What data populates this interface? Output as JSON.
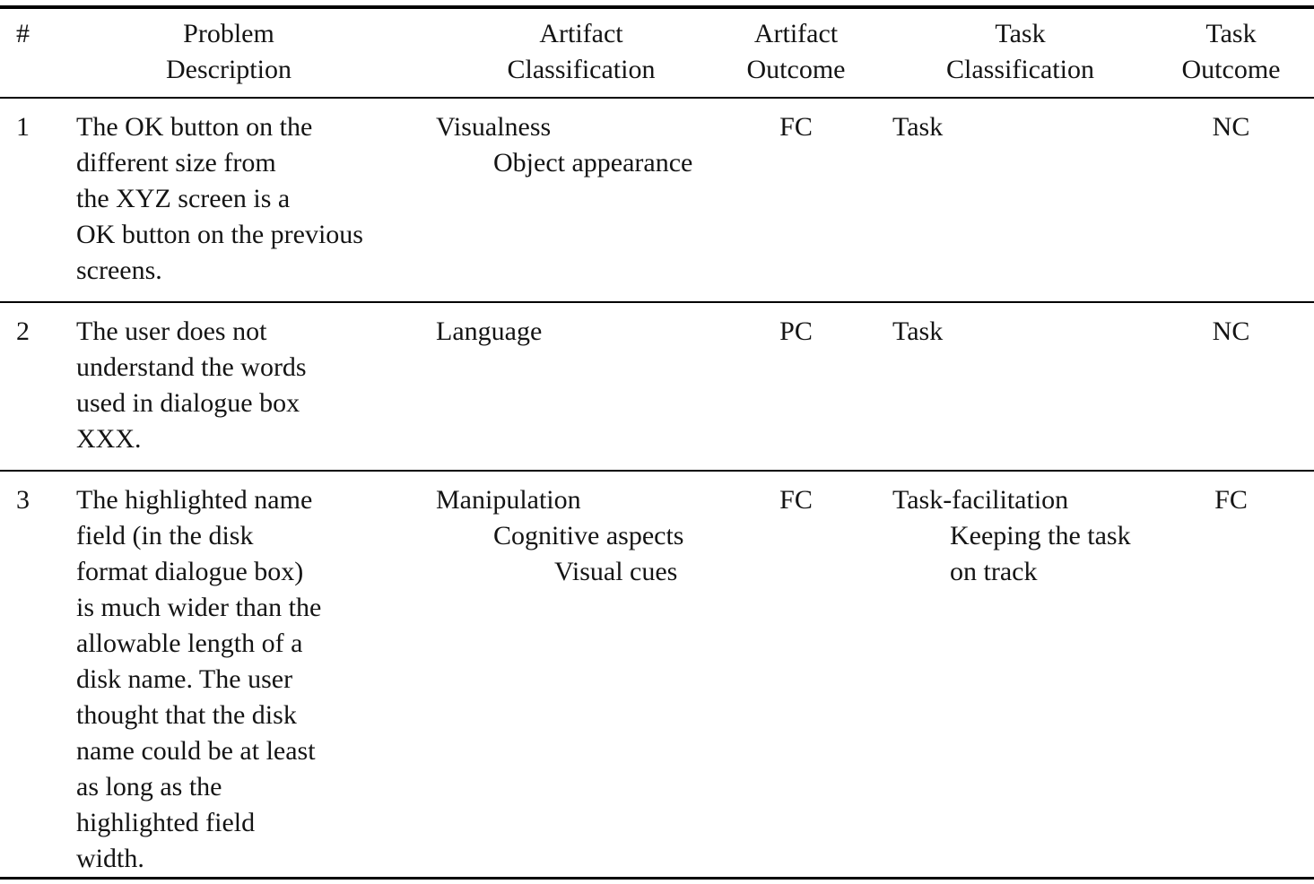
{
  "colors": {
    "background": "#ffffff",
    "text": "#141414",
    "rule": "#000000"
  },
  "table": {
    "columns": [
      {
        "label": "#"
      },
      {
        "label": "Problem\nDescription"
      },
      {
        "label": "Artifact\nClassification"
      },
      {
        "label": "Artifact\nOutcome"
      },
      {
        "label": "Task\nClassification"
      },
      {
        "label": "Task\nOutcome"
      }
    ],
    "rows": [
      {
        "num": "1",
        "problem": "The OK button on the\ndifferent size from\nthe XYZ screen is a\nOK button on the previous\nscreens.",
        "artifact_classification": {
          "line1": "Visualness",
          "line2": "Object appearance"
        },
        "artifact_outcome": "FC",
        "task_classification": {
          "line1": "Task"
        },
        "task_outcome": "NC"
      },
      {
        "num": "2",
        "problem": "The user does not\nunderstand the words\nused in dialogue box\nXXX.",
        "artifact_classification": {
          "line1": "Language"
        },
        "artifact_outcome": "PC",
        "task_classification": {
          "line1": "Task"
        },
        "task_outcome": "NC"
      },
      {
        "num": "3",
        "problem": "The highlighted name\nfield (in the disk\nformat dialogue box)\nis much wider than the\nallowable length of a\ndisk name.  The user\nthought that the disk\nname could be at least\nas long as the\nhighlighted field\nwidth.",
        "artifact_classification": {
          "line1": "Manipulation",
          "line2": "Cognitive aspects",
          "line3": "Visual cues"
        },
        "artifact_outcome": "FC",
        "task_classification": {
          "line1": "Task-facilitation",
          "line2": "Keeping the task\non track"
        },
        "task_outcome": "FC"
      }
    ]
  }
}
